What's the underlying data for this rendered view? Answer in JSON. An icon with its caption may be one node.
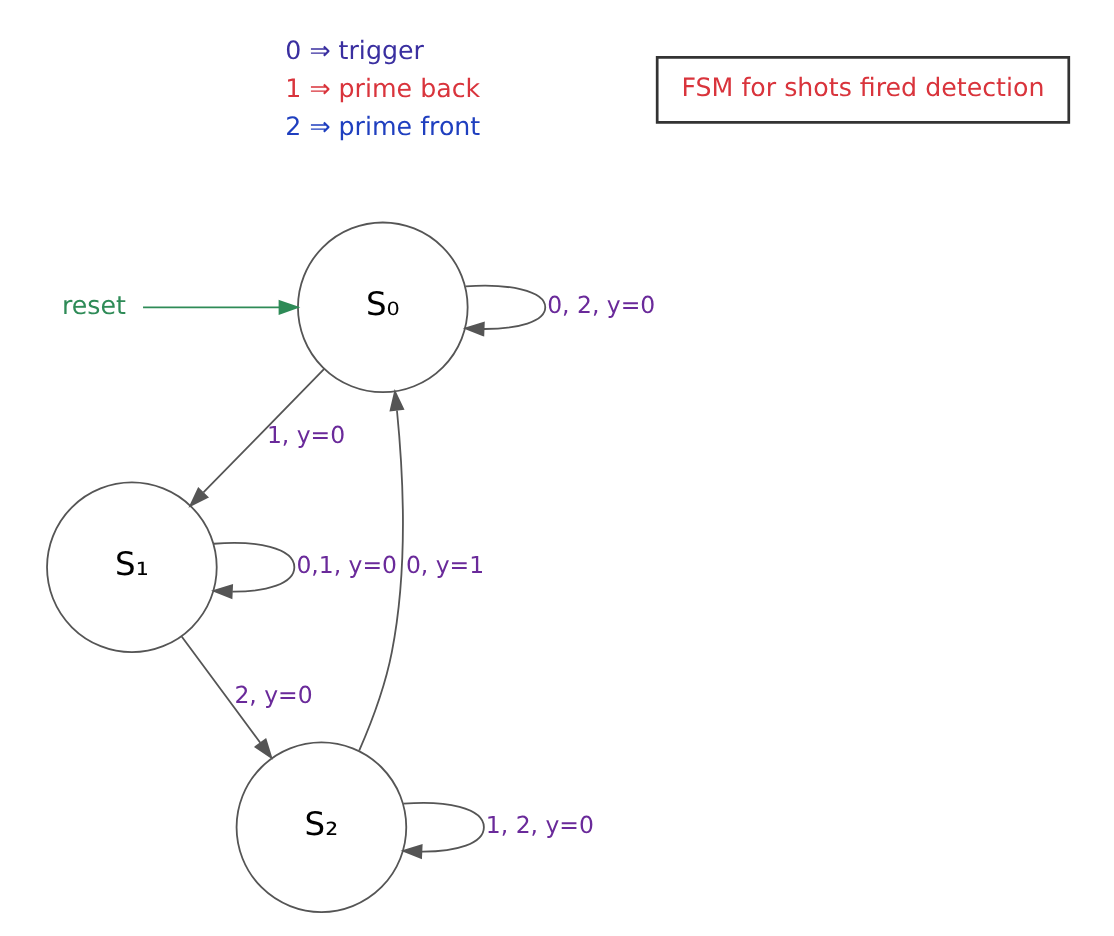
{
  "diagram": {
    "nodes": [
      {
        "text": [
          "FSM for shots fired detection"
        ]
      },
      {
        "text": [
          "reset"
        ]
      },
      {
        "text": [
          "S₀"
        ]
      },
      {
        "text": [
          "S₁"
        ]
      },
      {
        "text": [
          "S₂"
        ]
      }
    ],
    "edges": [
      {
        "from": 1,
        "to": 2,
        "arrow": "to",
        "color": "#2e8b57"
      },
      {
        "from": 2,
        "to": 2,
        "arrow": "to",
        "label": "0, 2, y=0"
      },
      {
        "from": 2,
        "to": 3,
        "arrow": "to",
        "label": "1, y=0"
      },
      {
        "from": 3,
        "to": 3,
        "arrow": "to",
        "label": "0,1, y=0"
      },
      {
        "from": 3,
        "to": 4,
        "arrow": "to",
        "label": "2, y=0"
      },
      {
        "from": 4,
        "to": 2,
        "arrow": "to",
        "label": "0, y=1"
      },
      {
        "from": 4,
        "to": 4,
        "arrow": "to",
        "label": "1, 2, y=0"
      }
    ],
    "labels": [
      "0 ⇒ trigger",
      "1 ⇒ prime back",
      "2 ⇒ prime front"
    ]
  }
}
